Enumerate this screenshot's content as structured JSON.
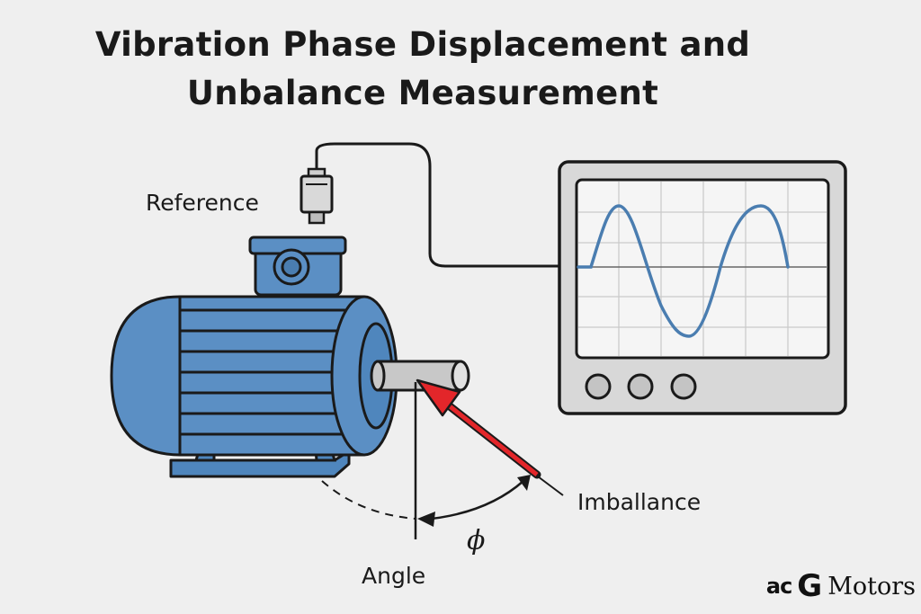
{
  "title_line1": "Vibration Phase Displacement and",
  "title_line2": "Unbalance Measurement",
  "labels": {
    "reference": "Reference",
    "imbalance": "Imballance",
    "angle": "Angle",
    "phase_symbol": "ϕ"
  },
  "logo": {
    "prefix": "ac",
    "mark": "G",
    "name": "Motors"
  },
  "colors": {
    "motor_blue": "#5b8fc4",
    "motor_dark": "#3d6e9f",
    "waveform": "#4a7db0",
    "arrow_red": "#e3262a",
    "screen": "#f5f5f5",
    "device_body": "#d8d8d8"
  },
  "icons": [
    "motor-icon",
    "sensor-icon",
    "oscilloscope-icon",
    "gear-logo-icon"
  ]
}
